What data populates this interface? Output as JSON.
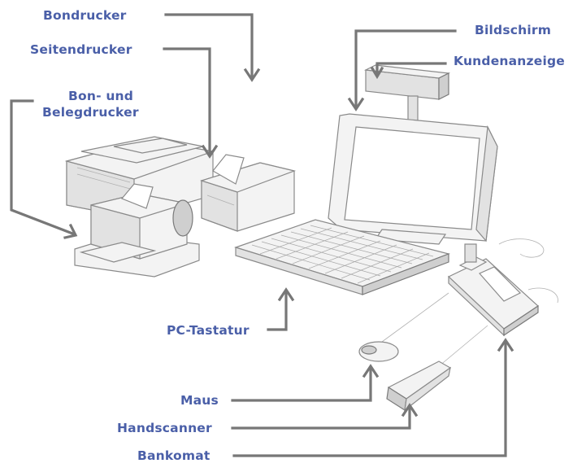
{
  "labels": {
    "bondrucker": "Bondrucker",
    "seitendrucker": "Seitendrucker",
    "bon_und_belegdrucker_line1": "Bon- und",
    "bon_und_belegdrucker_line2": "Belegdrucker",
    "bildschirm": "Bildschirm",
    "kundenanzeige": "Kundenanzeige",
    "pc_tastatur": "PC-Tastatur",
    "maus": "Maus",
    "handscanner": "Handscanner",
    "bankomat": "Bankomat"
  },
  "colors": {
    "label": "#4a5fa8",
    "arrow": "#777777",
    "background": "#ffffff"
  }
}
